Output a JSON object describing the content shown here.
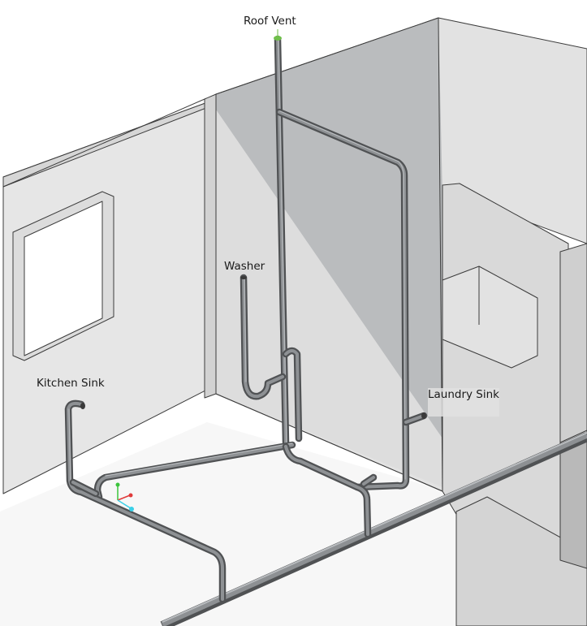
{
  "labels": {
    "roof_vent": "Roof Vent",
    "washer": "Washer",
    "kitchen_sink": "Kitchen Sink",
    "laundry_sink": "Laundry Sink"
  },
  "colors": {
    "wall_fill": "#e4e4e4",
    "wall_shadow": "#a9abad",
    "floor": "#f6f6f6",
    "edge": "#3c3c3c",
    "pipe_dark": "#505254",
    "pipe_mid": "#8e9194",
    "vent_cap": "#6fbf4a",
    "axis_x": "#e03a3a",
    "axis_y": "#3cc43c",
    "axis_z": "#3ad0e8"
  }
}
